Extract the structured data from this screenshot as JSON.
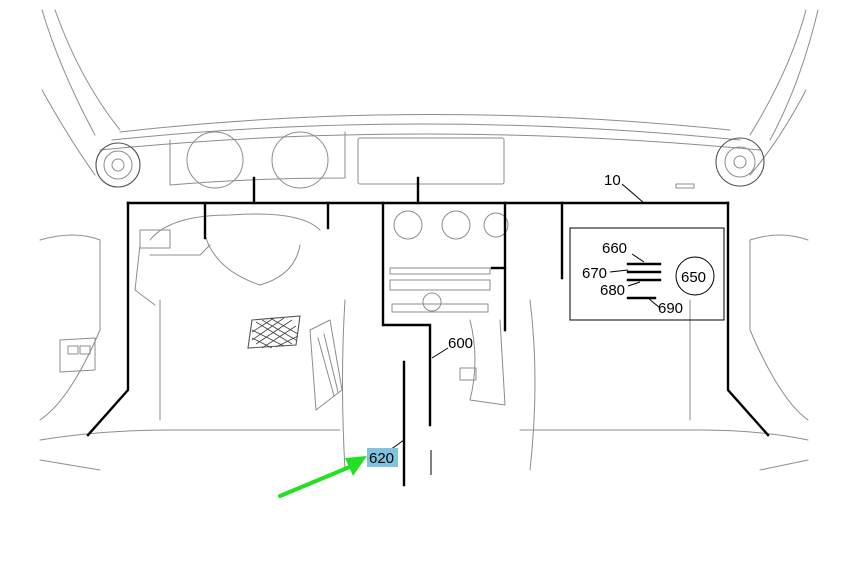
{
  "labels": {
    "ref_10": "10",
    "ref_600": "600",
    "ref_620": "620",
    "ref_650": "650",
    "ref_660": "660",
    "ref_670": "670",
    "ref_680": "680",
    "ref_690": "690"
  },
  "colors": {
    "leader_lines": "#000000",
    "sketch_lines": "#8c8c8c",
    "highlight_box": "#7fc3df",
    "pointer_arrow": "#22e022"
  }
}
